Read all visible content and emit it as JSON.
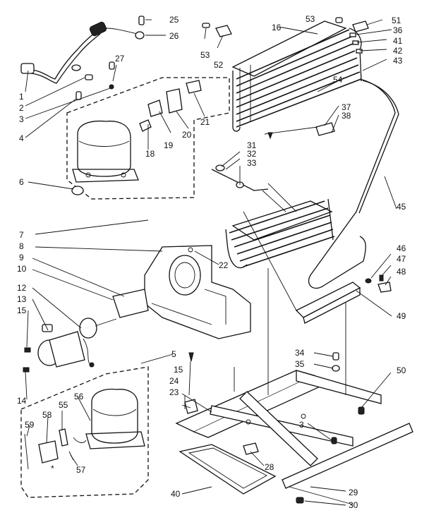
{
  "callouts": {
    "c1": "1",
    "c2": "2",
    "c3": "3",
    "c3b": "3",
    "c4": "4",
    "c5": "5",
    "c6": "6",
    "c7": "7",
    "c8": "8",
    "c9": "9",
    "c10": "10",
    "c12": "12",
    "c13": "13",
    "c14": "14",
    "c15a": "15",
    "c15b": "15",
    "c16": "16",
    "c18": "18",
    "c19": "19",
    "c20": "20",
    "c21": "21",
    "c22": "22",
    "c23": "23",
    "c24": "24",
    "c25": "25",
    "c26": "26",
    "c27": "27",
    "c28": "28",
    "c29": "29",
    "c30": "30",
    "c31": "31",
    "c32": "32",
    "c33": "33",
    "c34": "34",
    "c35": "35",
    "c36": "36",
    "c37": "37",
    "c38": "38",
    "c40": "40",
    "c41": "41",
    "c42": "42",
    "c43": "43",
    "c45": "45",
    "c46": "46",
    "c47": "47",
    "c48": "48",
    "c49": "49",
    "c50": "50",
    "c51": "51",
    "c52": "52",
    "c53a": "53",
    "c53b": "53",
    "c54": "54",
    "c55": "55",
    "c56": "56",
    "c57": "57",
    "c58": "58",
    "c59": "59"
  },
  "colors": {
    "ink": "#111111",
    "paper": "#ffffff"
  }
}
